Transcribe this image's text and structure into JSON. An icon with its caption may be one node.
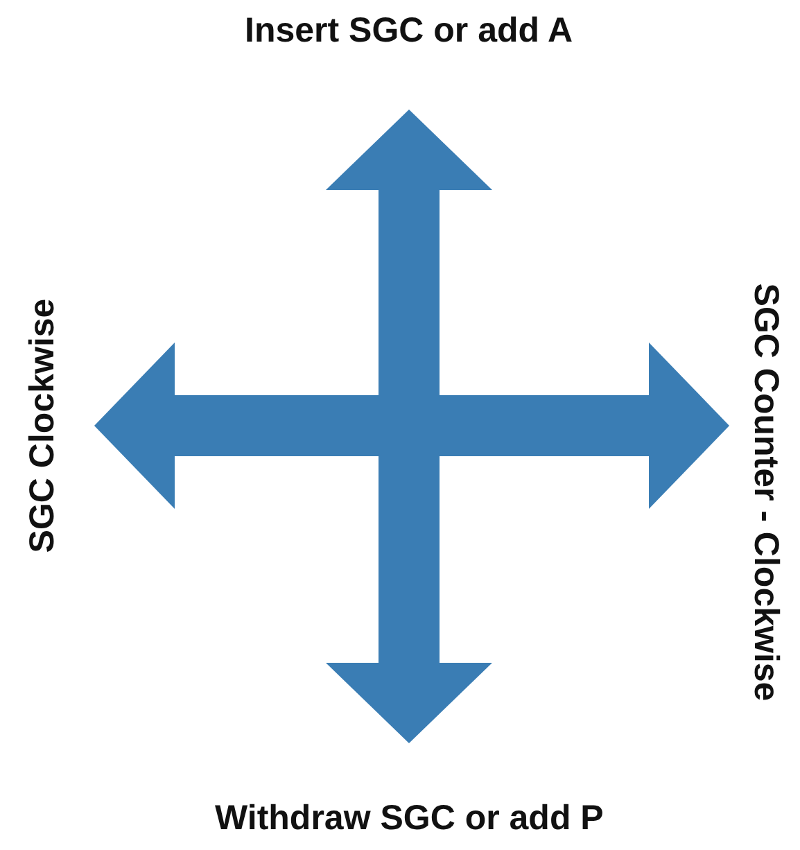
{
  "diagram": {
    "nodes": [
      {
        "text": [
          "Insert SGC or add A"
        ]
      },
      {
        "text": [
          "SGC Clockwise"
        ]
      },
      {
        "text": [
          "SGC Counter - Clockwise"
        ]
      },
      {
        "text": [
          "Withdraw SGC or add P"
        ]
      }
    ],
    "edges": [
      {
        "from": null,
        "to": 0,
        "arrow": "to"
      },
      {
        "from": null,
        "to": 1,
        "arrow": "to"
      },
      {
        "from": null,
        "to": 2,
        "arrow": "to"
      },
      {
        "from": null,
        "to": 3,
        "arrow": "to"
      }
    ]
  }
}
